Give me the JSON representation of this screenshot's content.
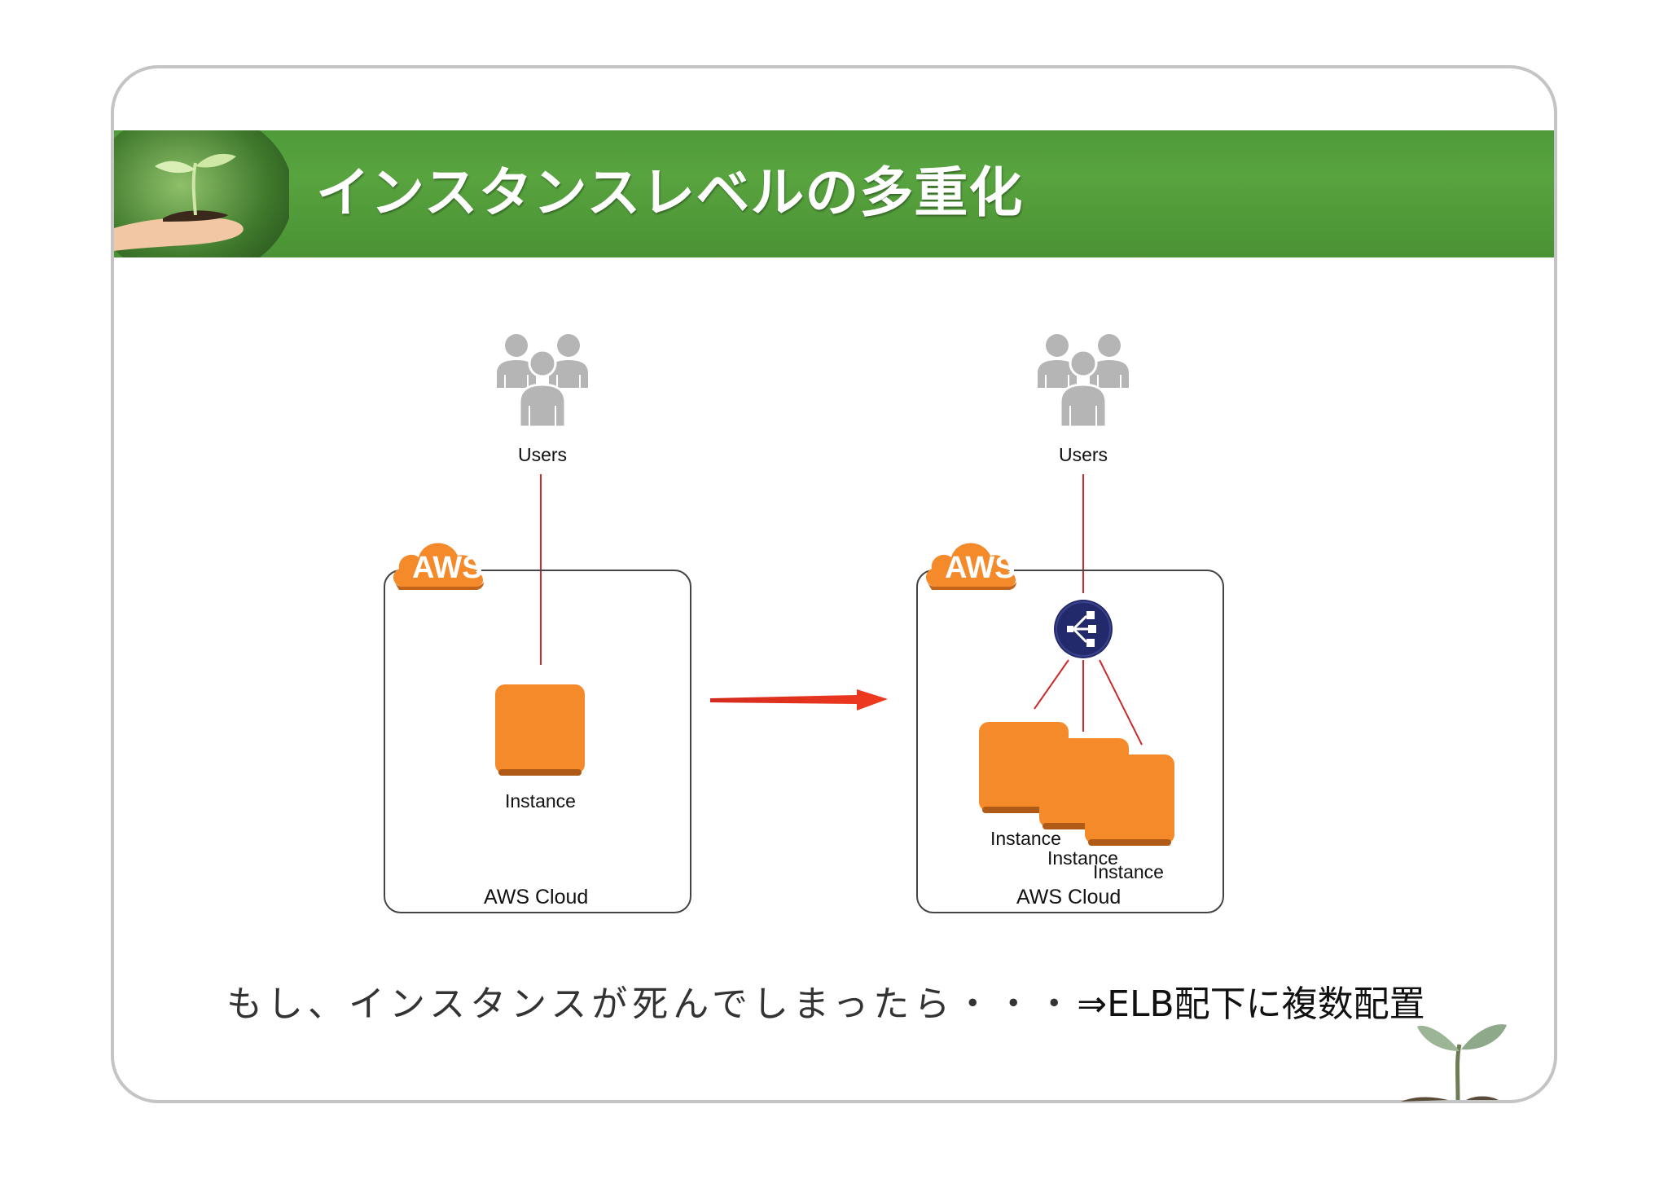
{
  "slide": {
    "title": "インスタンスレベルの多重化",
    "caption_light": "もし、インスタンスが死んでしまったら・・・",
    "caption_strong": "⇒ELB配下に複数配置"
  },
  "left_diagram": {
    "users_label": "Users",
    "cloud_badge": "AWS",
    "instance_label": "Instance",
    "cloud_label": "AWS Cloud"
  },
  "right_diagram": {
    "users_label": "Users",
    "cloud_badge": "AWS",
    "instance_labels": [
      "Instance",
      "Instance",
      "Instance"
    ],
    "cloud_label": "AWS Cloud"
  },
  "colors": {
    "banner_green": "#58a43f",
    "aws_orange": "#f58a2a",
    "connector_red": "#cc2a2a",
    "elb_navy": "#232a6b",
    "user_gray": "#b5b5b5"
  }
}
